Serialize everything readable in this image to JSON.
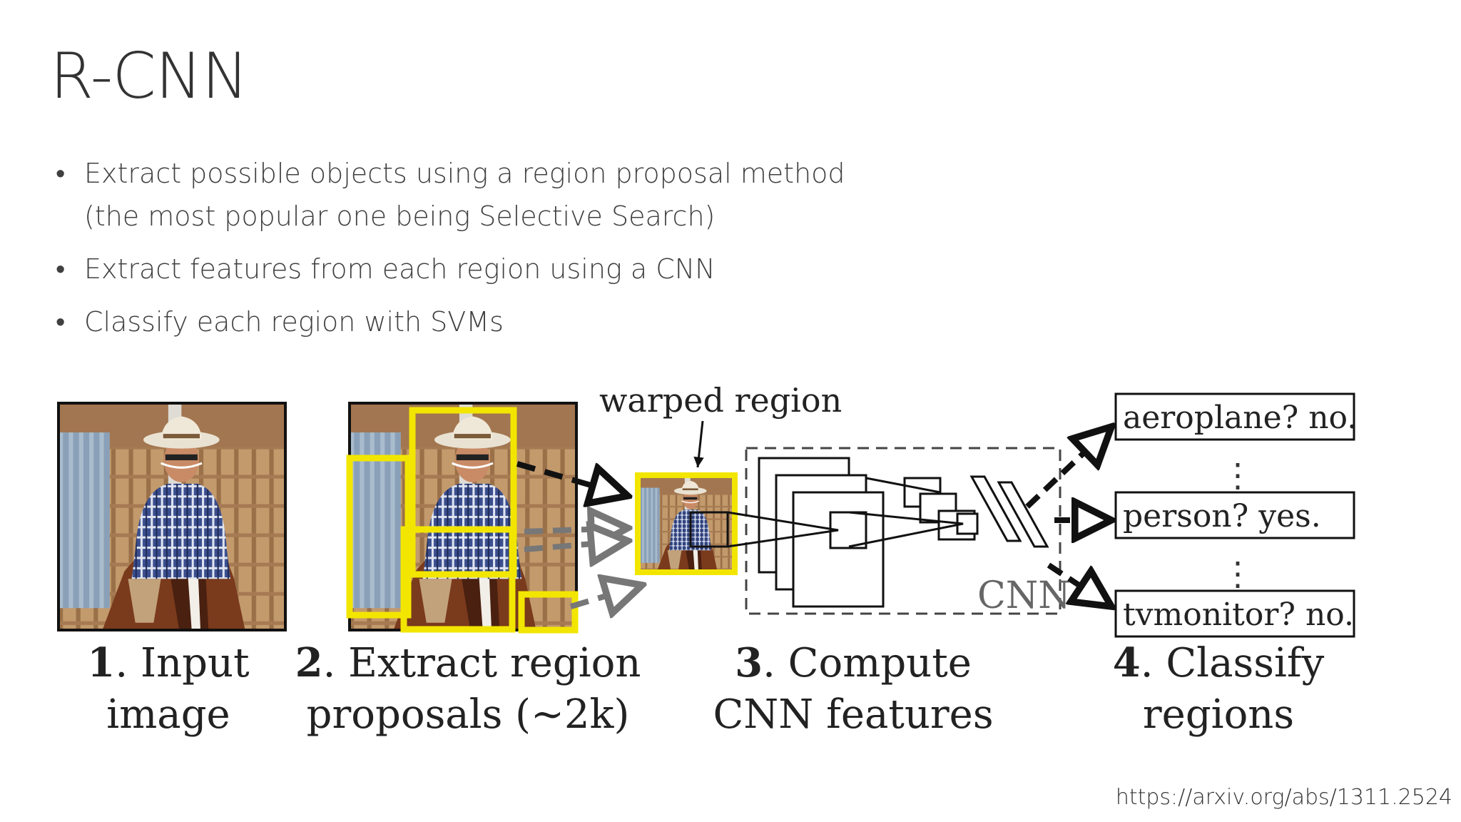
{
  "slide": {
    "title": "R-CNN",
    "bullets": [
      {
        "text": "Extract possible objects using a region proposal method",
        "continuation": "(the most popular one being Selective Search)"
      },
      {
        "text": "Extract features from each region using a CNN"
      },
      {
        "text": "Classify each region with SVMs"
      }
    ],
    "source_url": "https://arxiv.org/abs/1311.2524"
  },
  "diagram": {
    "warped_label": "warped region",
    "cnn_label": "CNN",
    "classes": [
      {
        "label": "aeroplane? no."
      },
      {
        "label": "person? yes."
      },
      {
        "label": "tvmonitor? no."
      }
    ],
    "vertical_ellipsis": "⋮",
    "steps": [
      {
        "number": "1",
        "line1": ". Input",
        "line2": "image"
      },
      {
        "number": "2",
        "line1": ". Extract region",
        "line2": "proposals (~2k)"
      },
      {
        "number": "3",
        "line1": ". Compute",
        "line2": "CNN features"
      },
      {
        "number": "4",
        "line1": ". Classify",
        "line2": "regions"
      }
    ],
    "colors": {
      "proposal_box": "#f2e600",
      "text": "#222222",
      "arrow": "#111111",
      "arrow_gray": "#707070"
    }
  }
}
